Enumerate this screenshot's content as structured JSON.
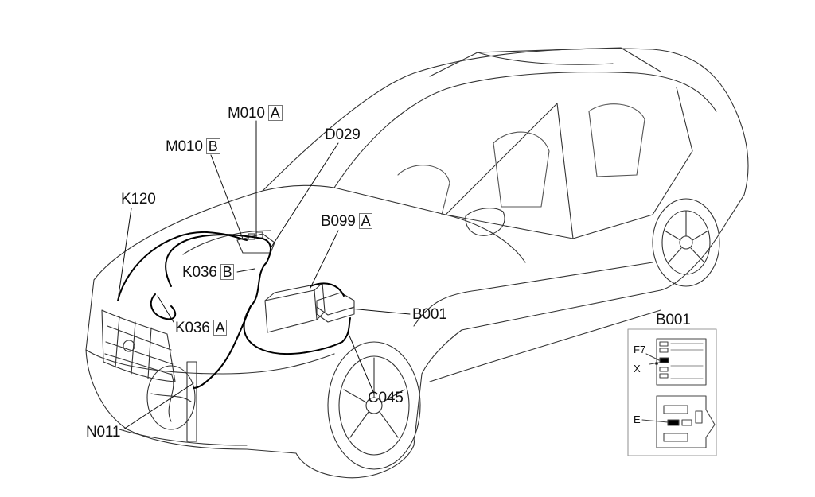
{
  "diagram": {
    "subject": "Hatchback car, front-left three-quarter view, engine bay wiring",
    "line_color": "#111111",
    "callouts": [
      {
        "id": "m010a",
        "code": "M010",
        "variant": "A"
      },
      {
        "id": "m010b",
        "code": "M010",
        "variant": "B"
      },
      {
        "id": "d029",
        "code": "D029",
        "variant": ""
      },
      {
        "id": "k120",
        "code": "K120",
        "variant": ""
      },
      {
        "id": "b099a",
        "code": "B099",
        "variant": "A"
      },
      {
        "id": "k036b",
        "code": "K036",
        "variant": "B"
      },
      {
        "id": "k036a",
        "code": "K036",
        "variant": "A"
      },
      {
        "id": "b001",
        "code": "B001",
        "variant": ""
      },
      {
        "id": "c045",
        "code": "C045",
        "variant": ""
      },
      {
        "id": "n011",
        "code": "N011",
        "variant": ""
      }
    ],
    "inset": {
      "title": "B001",
      "labels": {
        "f7": "F7",
        "x": "X",
        "e": "E"
      }
    }
  }
}
